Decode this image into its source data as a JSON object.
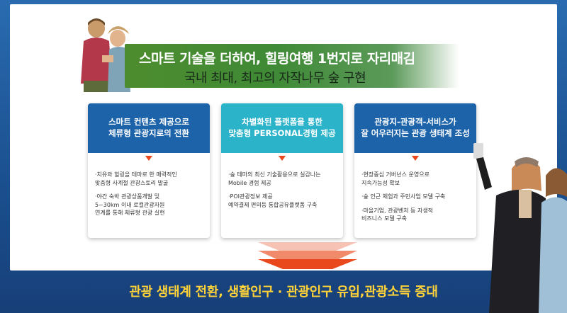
{
  "headline": "스마트 기술을 더하여, 힐링여행 1번지로 자리매김",
  "subline": "국내 최대, 최고의 자작나무 숲 구현",
  "cards": [
    {
      "title": [
        "스마트 컨텐츠 제공으로",
        "체류형 관광지로의 전환"
      ],
      "header_color": "#1c63a9",
      "items": [
        [
          "·치유와 힐링을 테마로 한 매력적인",
          "맞춤형 사계절 관광스토리 발굴"
        ],
        [
          "·야간 숙박 관광상품개발 및",
          "5~30km 이내 로컬관광자원",
          "연계를 통해 체류형 관광 실현"
        ]
      ]
    },
    {
      "title": [
        "차별화된 플랫폼을 통한",
        "맞춤형 PERSONAL경험 제공"
      ],
      "header_color": "#2bb3c9",
      "items": [
        [
          "·숲 테마의 최신 기술활용으로 실감나는",
          "Mobile 경험 제공"
        ],
        [
          "·POI관광정보 제공",
          "예약결제 편의등 통합공유플랫폼 구축"
        ]
      ]
    },
    {
      "title": [
        "관광지-관광객-서비스가",
        "잘 어우러지는 관광 생태계 조성"
      ],
      "header_color": "#1c63a9",
      "items": [
        [
          "·현장중심 거버넌스 운영으로",
          "지속가능성 확보"
        ],
        [
          "·숲 인근 체험과 주민사업 모델 구축"
        ],
        [
          "·마을기업, 관광벤처 등 자생적",
          "비즈니스 모델 구축"
        ]
      ]
    }
  ],
  "footer": "관광 생태계 전환, 생활인구 · 관광인구 유입,관광소득 증대",
  "colors": {
    "banner_green": "#4d8c2e",
    "card_blue": "#1c63a9",
    "card_teal": "#2bb3c9",
    "arrow_orange": "#e8481c",
    "footer_yellow": "#ffd23a",
    "footer_bg": "#1a4f8e"
  },
  "icons": [
    "couple-photo",
    "tourists-selfie-photo",
    "down-chevron-arrow"
  ]
}
